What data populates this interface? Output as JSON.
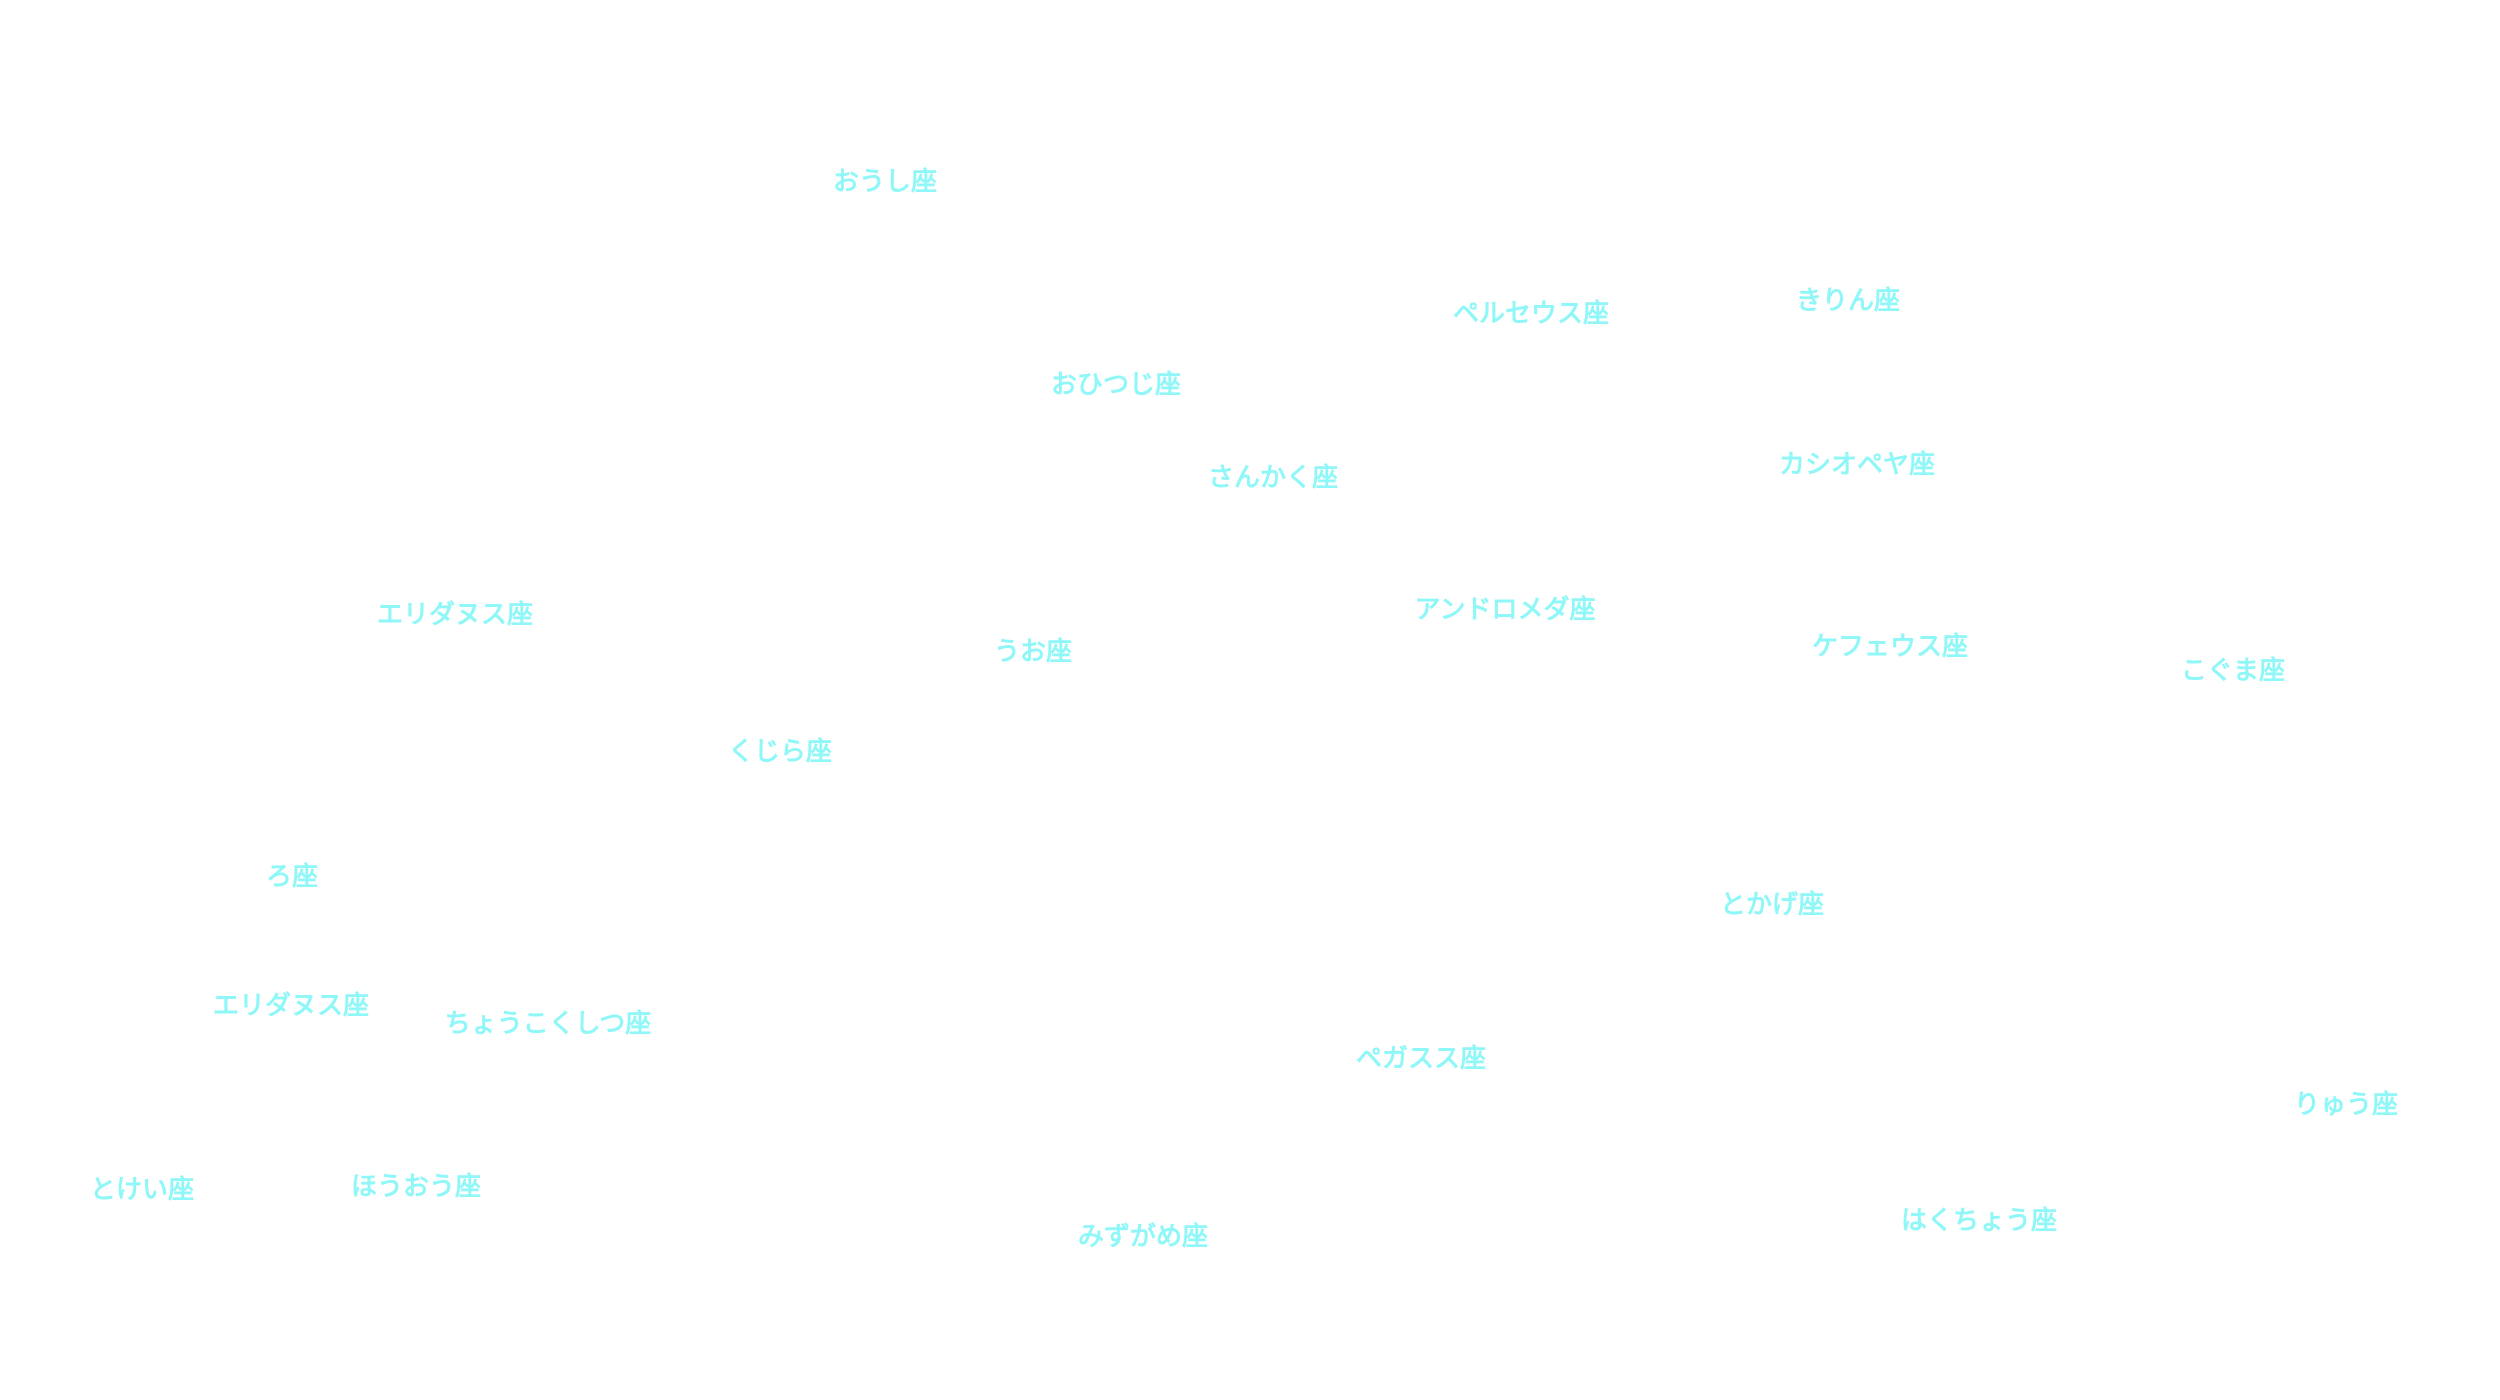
{
  "colors": {
    "background": "#ffffff",
    "label": "#8ff7f7"
  },
  "constellations": [
    "おうし座",
    "ペルセウス座",
    "きりん座",
    "おひつじ座",
    "さんかく座",
    "カシオペヤ座",
    "エリダヌス座",
    "アンドロメダ座",
    "うお座",
    "ケフェウス座",
    "こぐま座",
    "くじら座",
    "ろ座",
    "とかげ座",
    "エリダヌス座",
    "ちょうこくしつ座",
    "ペガスス座",
    "りゅう座",
    "とけい座",
    "ほうおう座",
    "みずがめ座",
    "はくちょう座"
  ]
}
